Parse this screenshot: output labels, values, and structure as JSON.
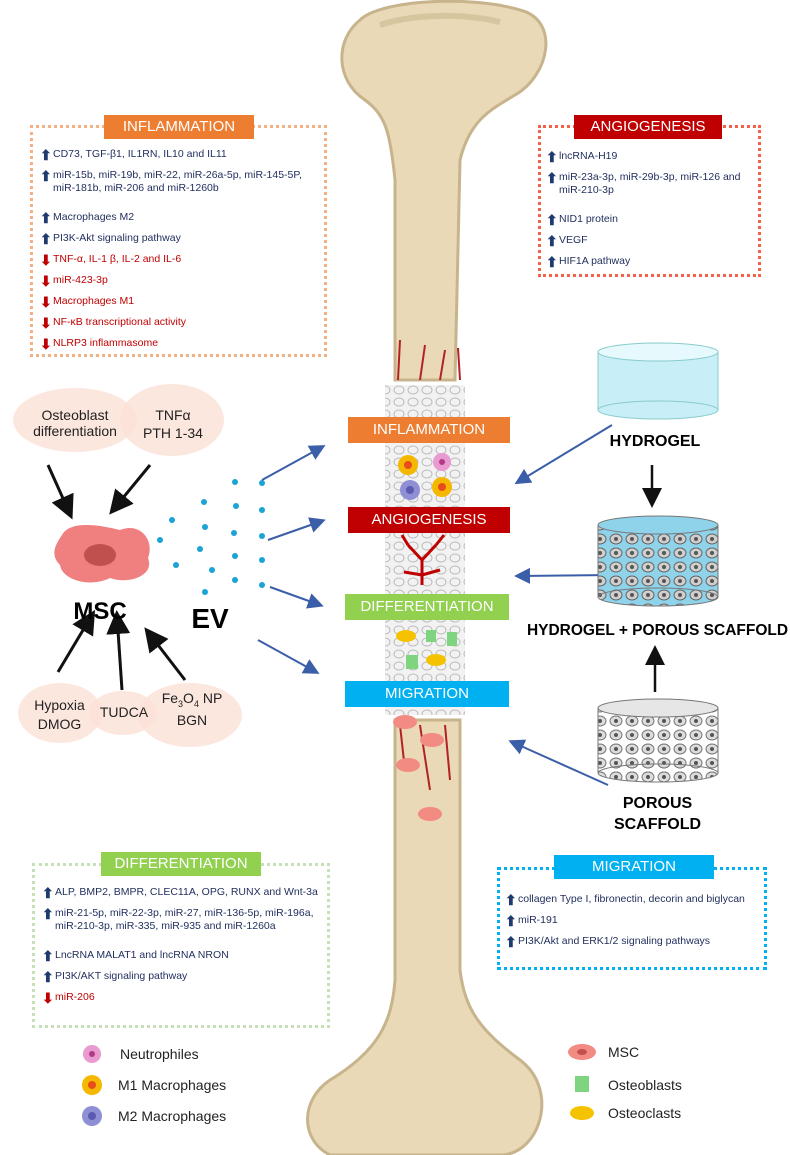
{
  "inflammation_panel": {
    "title": "INFLAMMATION",
    "items": [
      {
        "dir": "up",
        "text": "CD73, TGF-β1, IL1RN, IL10 and IL11"
      },
      {
        "dir": "up",
        "text": "miR-15b, miR-19b, miR-22, miR-26a-5p, miR-145-5P, miR-181b, miR-206 and miR-1260b"
      },
      {
        "dir": "up",
        "text": "Macrophages M2"
      },
      {
        "dir": "up",
        "text": "PI3K-Akt signaling pathway"
      },
      {
        "dir": "down",
        "text": "TNF-α, IL-1 β, IL-2 and IL-6"
      },
      {
        "dir": "down",
        "text": "miR-423-3p"
      },
      {
        "dir": "down",
        "text": "Macrophages M1"
      },
      {
        "dir": "down",
        "text": "NF-κB transcriptional activity"
      },
      {
        "dir": "down",
        "text": "NLRP3 inflammasome"
      }
    ]
  },
  "angiogenesis_panel": {
    "title": "ANGIOGENESIS",
    "items": [
      {
        "dir": "up",
        "text": "lncRNA-H19"
      },
      {
        "dir": "up",
        "text": "miR-23a-3p, miR-29b-3p, miR-126 and miR-210-3p"
      },
      {
        "dir": "up",
        "text": "NID1 protein"
      },
      {
        "dir": "up",
        "text": "VEGF"
      },
      {
        "dir": "up",
        "text": "HIF1A pathway"
      }
    ]
  },
  "differentiation_panel": {
    "title": "DIFFERENTIATION",
    "items": [
      {
        "dir": "up",
        "text": "ALP, BMP2, BMPR, CLEC11A, OPG, RUNX and Wnt-3a"
      },
      {
        "dir": "up",
        "text": "miR-21-5p, miR-22-3p, miR-27, miR-136-5p, miR-196a, miR-210-3p, miR-335, miR-935 and miR-1260a"
      },
      {
        "dir": "up",
        "text": "LncRNA MALAT1 and lncRNA NRON"
      },
      {
        "dir": "up",
        "text": "PI3K/AKT signaling pathway"
      },
      {
        "dir": "down",
        "text": "miR-206"
      }
    ]
  },
  "migration_panel": {
    "title": "MIGRATION",
    "items": [
      {
        "dir": "up",
        "text": "collagen Type I, fibronectin, decorin and biglycan"
      },
      {
        "dir": "up",
        "text": "miR-191"
      },
      {
        "dir": "up",
        "text": "PI3K/Akt and ERK1/2 signaling pathways"
      }
    ]
  },
  "stages": {
    "inflammation": "INFLAMMATION",
    "angiogenesis": "ANGIOGENESIS",
    "differentiation": "DIFFERENTIATION",
    "migration": "MIGRATION"
  },
  "msc_inputs": {
    "osteoblast": "Osteoblast differentiation",
    "tnf": "TNFα",
    "pth": "PTH 1-34",
    "hypoxia": "Hypoxia",
    "dmog": "DMOG",
    "tudca": "TUDCA",
    "fe3o4_main": "Fe",
    "fe3o4_sub3": "3",
    "fe3o4_o": "O",
    "fe3o4_sub4": "4",
    "fe3o4_np": " NP",
    "bgn": "BGN"
  },
  "labels": {
    "msc": "MSC",
    "ev": "EV",
    "hydrogel": "HYDROGEL",
    "hydrogel_scaffold": "HYDROGEL + POROUS SCAFFOLD",
    "porous_scaffold_1": "POROUS",
    "porous_scaffold_2": "SCAFFOLD"
  },
  "legend": {
    "neutrophiles": "Neutrophiles",
    "m1": "M1 Macrophages",
    "m2": "M2 Macrophages",
    "msc": "MSC",
    "osteoblasts": "Osteoblasts",
    "osteoclasts": "Osteoclasts"
  },
  "colors": {
    "inflammation": "#ed7d31",
    "angiogenesis": "#c00000",
    "differentiation": "#92d050",
    "migration": "#00b0f0",
    "bone": "#e9d9b6",
    "bone_edge": "#c8b48c",
    "arrow_blue": "#3b5ea8",
    "up_arrow": "#1f3a6e",
    "down_arrow": "#c00000"
  }
}
